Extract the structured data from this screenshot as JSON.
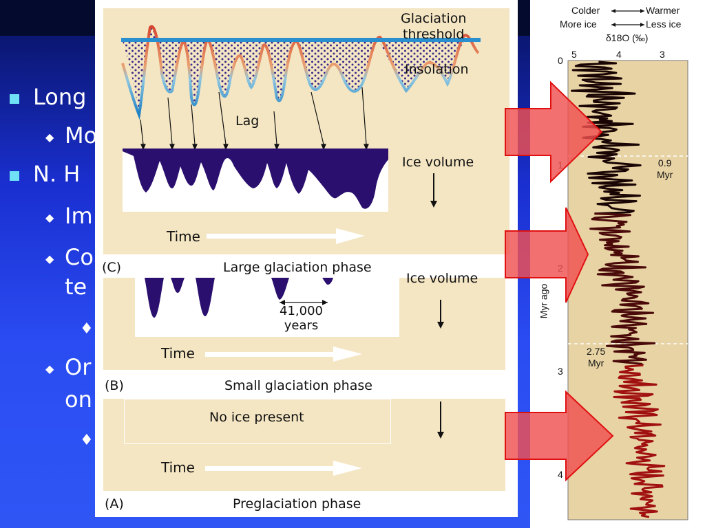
{
  "slide": {
    "bullets": [
      {
        "text": "Long"
      },
      {
        "text": "Mo"
      },
      {
        "text": "N. H"
      },
      {
        "text": "Im"
      },
      {
        "text": "Co"
      },
      {
        "text": "te"
      },
      {
        "text": "Or"
      },
      {
        "text": "on"
      }
    ]
  },
  "diagram": {
    "panel_c": {
      "letter": "(C)",
      "title": "Large glaciation phase",
      "glaciation_threshold": "Glaciation\nthreshold",
      "insolation": "Insolation",
      "lag": "Lag",
      "ice_volume": "Ice volume",
      "time": "Time"
    },
    "panel_b": {
      "letter": "(B)",
      "title": "Small glaciation phase",
      "ice_volume": "Ice volume",
      "period": "41,000\nyears",
      "time": "Time"
    },
    "panel_a": {
      "letter": "(A)",
      "title": "Preglaciation phase",
      "no_ice": "No ice present",
      "time": "Time"
    }
  },
  "core": {
    "header_colder": "Colder",
    "header_warmer": "Warmer",
    "header_more_ice": "More ice",
    "header_less_ice": "Less ice",
    "axis_title": "δ18O (‰)",
    "x_ticks": [
      "5",
      "4",
      "3"
    ],
    "y_ticks": [
      "0",
      "1",
      "2",
      "3",
      "4"
    ],
    "y_label": "Myr ago",
    "marker_1": "0.9\nMyr",
    "marker_2": "2.75\nMyr",
    "colors": {
      "cold": "#1a0505",
      "warm": "#a01010",
      "background": "#e8d3a4"
    }
  },
  "arrows": {
    "color": "#f05050",
    "count": 3
  }
}
